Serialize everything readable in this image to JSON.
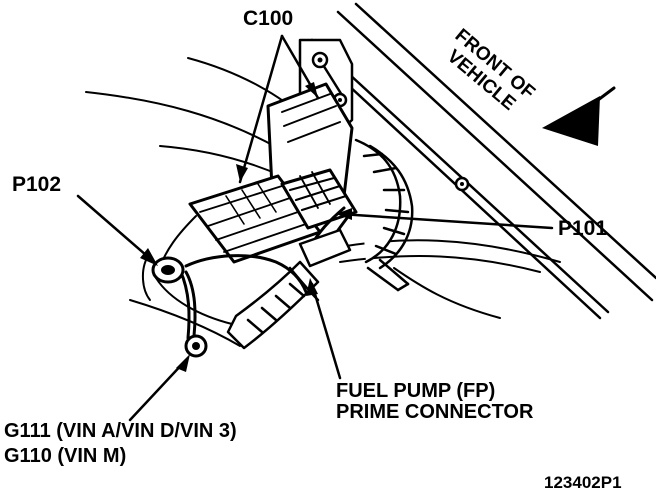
{
  "labels": {
    "c100": "C100",
    "p102": "P102",
    "p101": "P101",
    "front_line1": "FRONT OF",
    "front_line2": "VEHICLE",
    "fuel_pump_line1": "FUEL PUMP (FP)",
    "fuel_pump_line2": "PRIME CONNECTOR",
    "g111": "G111 (VIN A/VIN D/VIN 3)",
    "g110": "G110 (VIN M)",
    "figure_id": "123402P1"
  },
  "colors": {
    "ink": "#000000",
    "paper": "#ffffff"
  },
  "icons": {
    "direction": "front-arrow-icon",
    "ground": "ground-terminal-icon"
  }
}
